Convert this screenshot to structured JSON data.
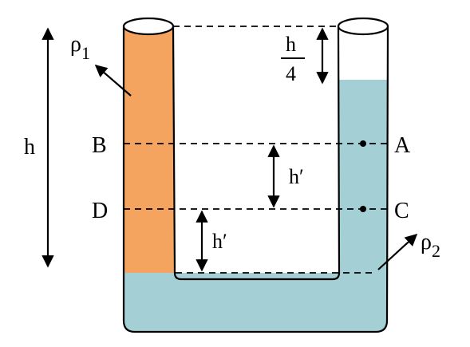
{
  "colors": {
    "liquid_1": "#f5a460",
    "liquid_2": "#a3cfd5",
    "outline": "#000000",
    "background": "#ffffff"
  },
  "labels": {
    "total_height": "h",
    "rho_1": "ρ",
    "rho_1_sub": "1",
    "rho_2": "ρ",
    "rho_2_sub": "2",
    "point_b": "B",
    "point_a": "A",
    "point_d": "D",
    "point_c": "C",
    "h_prime_upper": "h′",
    "h_prime_lower": "h′",
    "fraction_numerator": "h",
    "fraction_denominator": "4"
  }
}
